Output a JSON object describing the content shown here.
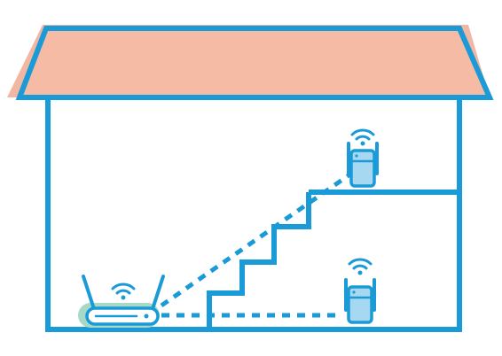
{
  "colors": {
    "line": "#1a9ad6",
    "roof_fill": "#f6bba5",
    "roof_shadow": "#f2b7a2",
    "device_fill": "#a6d8f1",
    "router_glow": "#a8d9c8",
    "background": "#ffffff"
  },
  "scene": {
    "floors": 2,
    "devices": [
      {
        "kind": "router",
        "icon": "router-icon",
        "signal_icon": "wifi-icon",
        "floor": "ground"
      },
      {
        "kind": "extender",
        "icon": "range-extender-icon",
        "signal_icon": "wifi-icon",
        "floor": "upper"
      },
      {
        "kind": "extender",
        "icon": "range-extender-icon",
        "signal_icon": "wifi-icon",
        "floor": "ground"
      }
    ],
    "links": [
      {
        "from": "router",
        "to": "extender-upper",
        "style": "dashed"
      },
      {
        "from": "router",
        "to": "extender-ground",
        "style": "dashed"
      }
    ]
  }
}
